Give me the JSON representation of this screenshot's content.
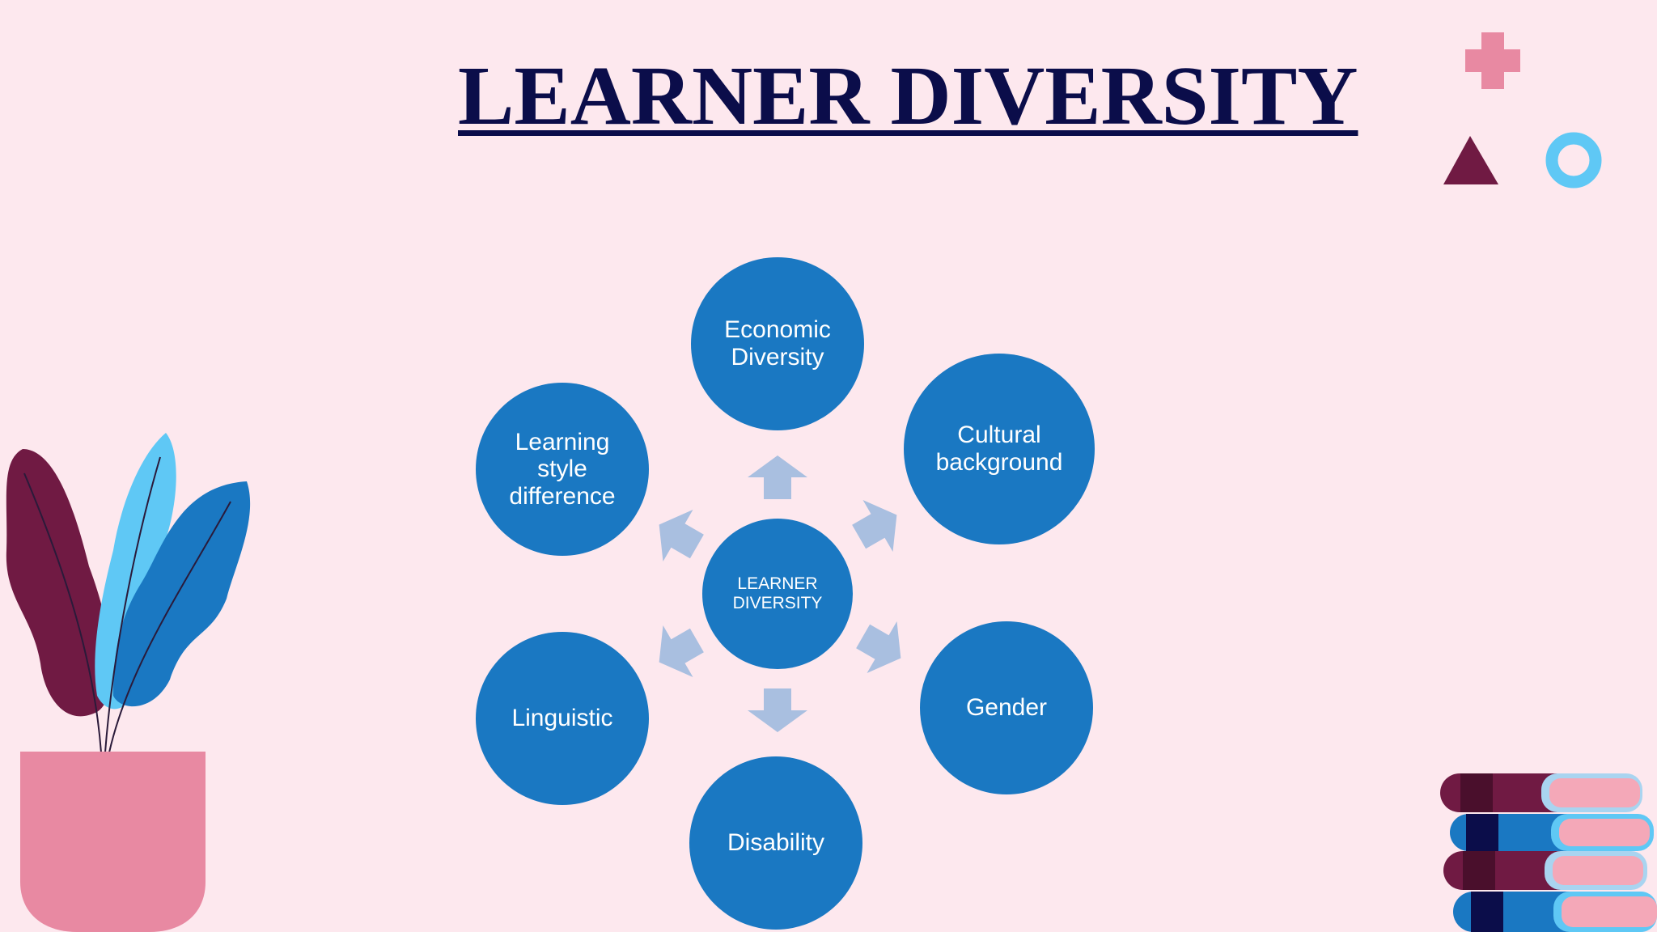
{
  "title": "LEARNER DIVERSITY",
  "diagram": {
    "center": "LEARNER\nDIVERSITY",
    "nodes": {
      "economic": "Economic\nDiversity",
      "cultural": "Cultural\nbackground",
      "gender": "Gender",
      "disability": "Disability",
      "linguistic": "Linguistic",
      "learning_style": "Learning\nstyle\ndifference"
    }
  },
  "colors": {
    "background": "#fde8ee",
    "node_fill": "#1a78c2",
    "arrow_fill": "#a9bfe0",
    "title": "#0b0d4a"
  }
}
